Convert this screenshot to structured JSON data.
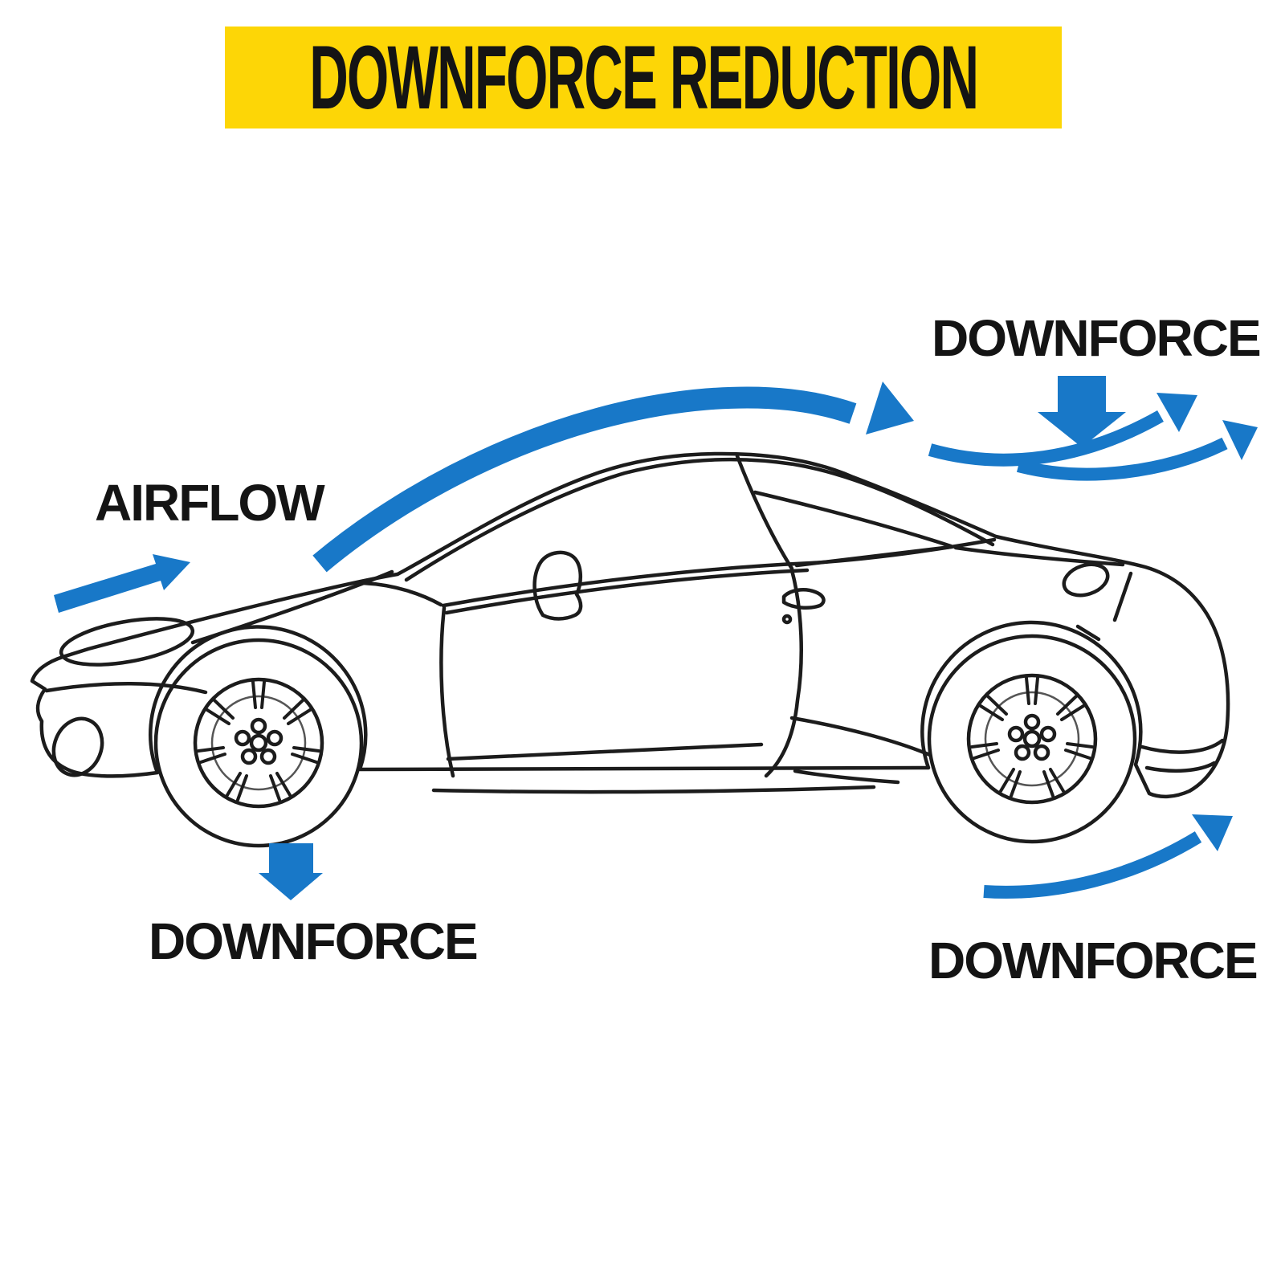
{
  "title": {
    "text": "DOWNFORCE REDUCTION"
  },
  "labels": {
    "airflow": "AIRFLOW",
    "downforce_top_right": "DOWNFORCE",
    "downforce_bottom_left": "DOWNFORCE",
    "downforce_bottom_right": "DOWNFORCE"
  },
  "colors": {
    "banner_bg": "#FDD606",
    "text": "#141414",
    "arrow_blue": "#1878C8",
    "line": "#1C1C1C",
    "background": "#FFFFFF"
  },
  "diagram": {
    "subject": "Side-view line drawing of a two-door coupe illustrating airflow and downforce",
    "annotations": [
      "Straight airflow arrow entering at the front hood",
      "Long arc airflow arrow sweeping over the roof",
      "Block downforce arrow pressing down behind the roof",
      "Two upwash swoosh arrows leaving the rear deck",
      "Block downforce arrow under the front wheel",
      "Upwash swoosh arrow under the rear bumper"
    ]
  }
}
